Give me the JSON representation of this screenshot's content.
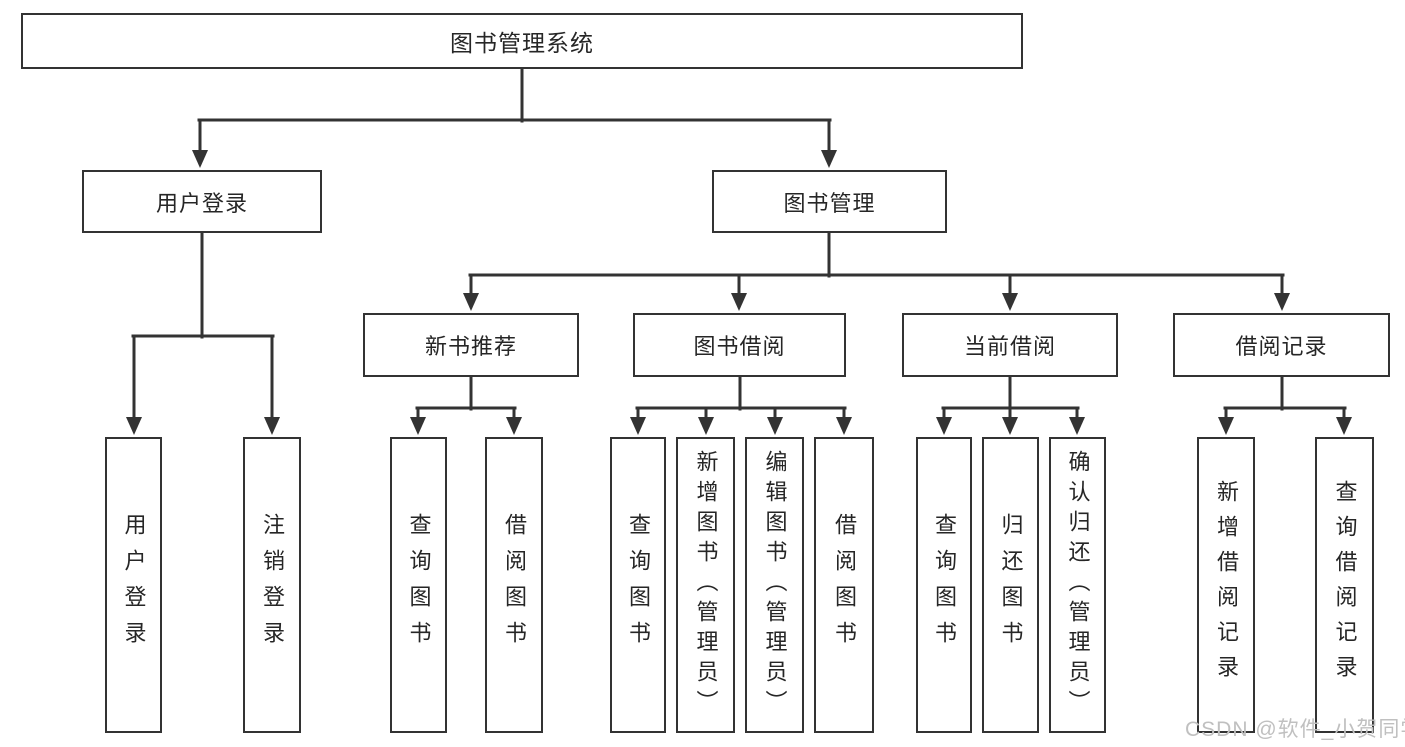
{
  "diagram": {
    "root": "图书管理系统",
    "level2": [
      "用户登录",
      "图书管理"
    ],
    "level3": [
      "新书推荐",
      "图书借阅",
      "当前借阅",
      "借阅记录"
    ],
    "leaves": [
      "用户登录",
      "注销登录",
      "查询图书",
      "借阅图书",
      "查询图书",
      "新增图书（管理员）",
      "编辑图书（管理员）",
      "借阅图书",
      "查询图书",
      "归还图书",
      "确认归还（管理员）",
      "新增借阅记录",
      "查询借阅记录"
    ]
  },
  "watermark": "CSDN @软件_小贺同学",
  "colors": {
    "line": "#333333",
    "box_border": "#333333",
    "text": "#262626",
    "background": "#ffffff",
    "watermark": "#c0c0c0"
  }
}
